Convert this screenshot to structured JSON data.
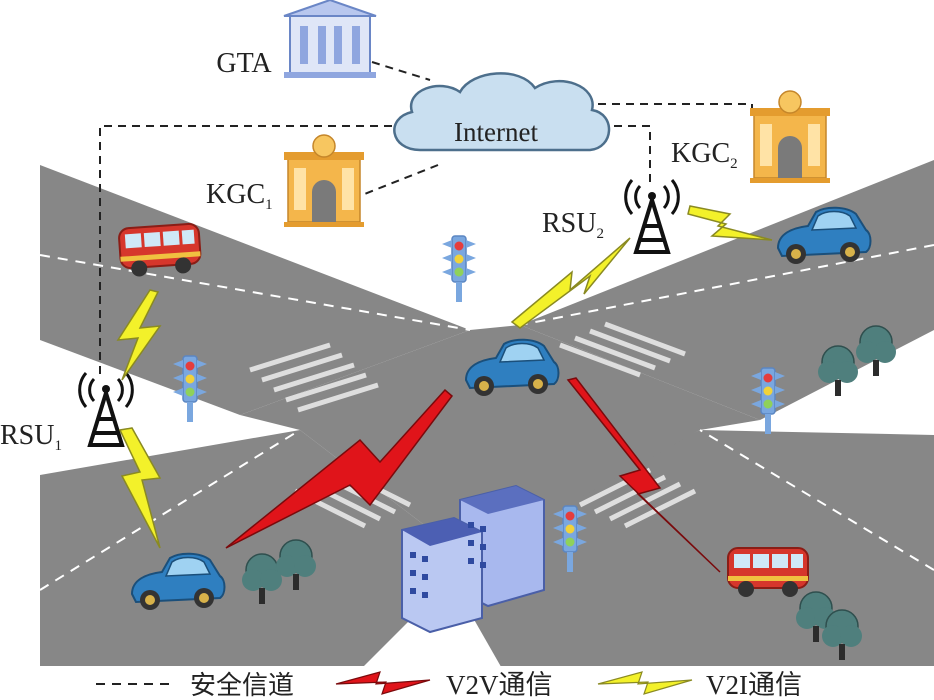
{
  "nodes": {
    "gta": {
      "label": "GTA"
    },
    "internet": {
      "label": "Internet"
    },
    "kgc1": {
      "label": "KGC",
      "sub": "1"
    },
    "kgc2": {
      "label": "KGC",
      "sub": "2"
    },
    "rsu1": {
      "label": "RSU",
      "sub": "1"
    },
    "rsu2": {
      "label": "RSU",
      "sub": "2"
    }
  },
  "legend": {
    "secure_channel": "安全信道",
    "v2v": "V2V通信",
    "v2i": "V2I通信"
  },
  "colors": {
    "road": "#878787",
    "v2v_bolt": "#e0141a",
    "v2i_bolt": "#f3f12a",
    "cloud": "#c9dff0",
    "building_blue": "#a8b8ee",
    "kgc_orange": "#f4b64b",
    "car_blue": "#2f7fc0",
    "bus_red": "#d6362c",
    "tree": "#3d6b6a"
  }
}
